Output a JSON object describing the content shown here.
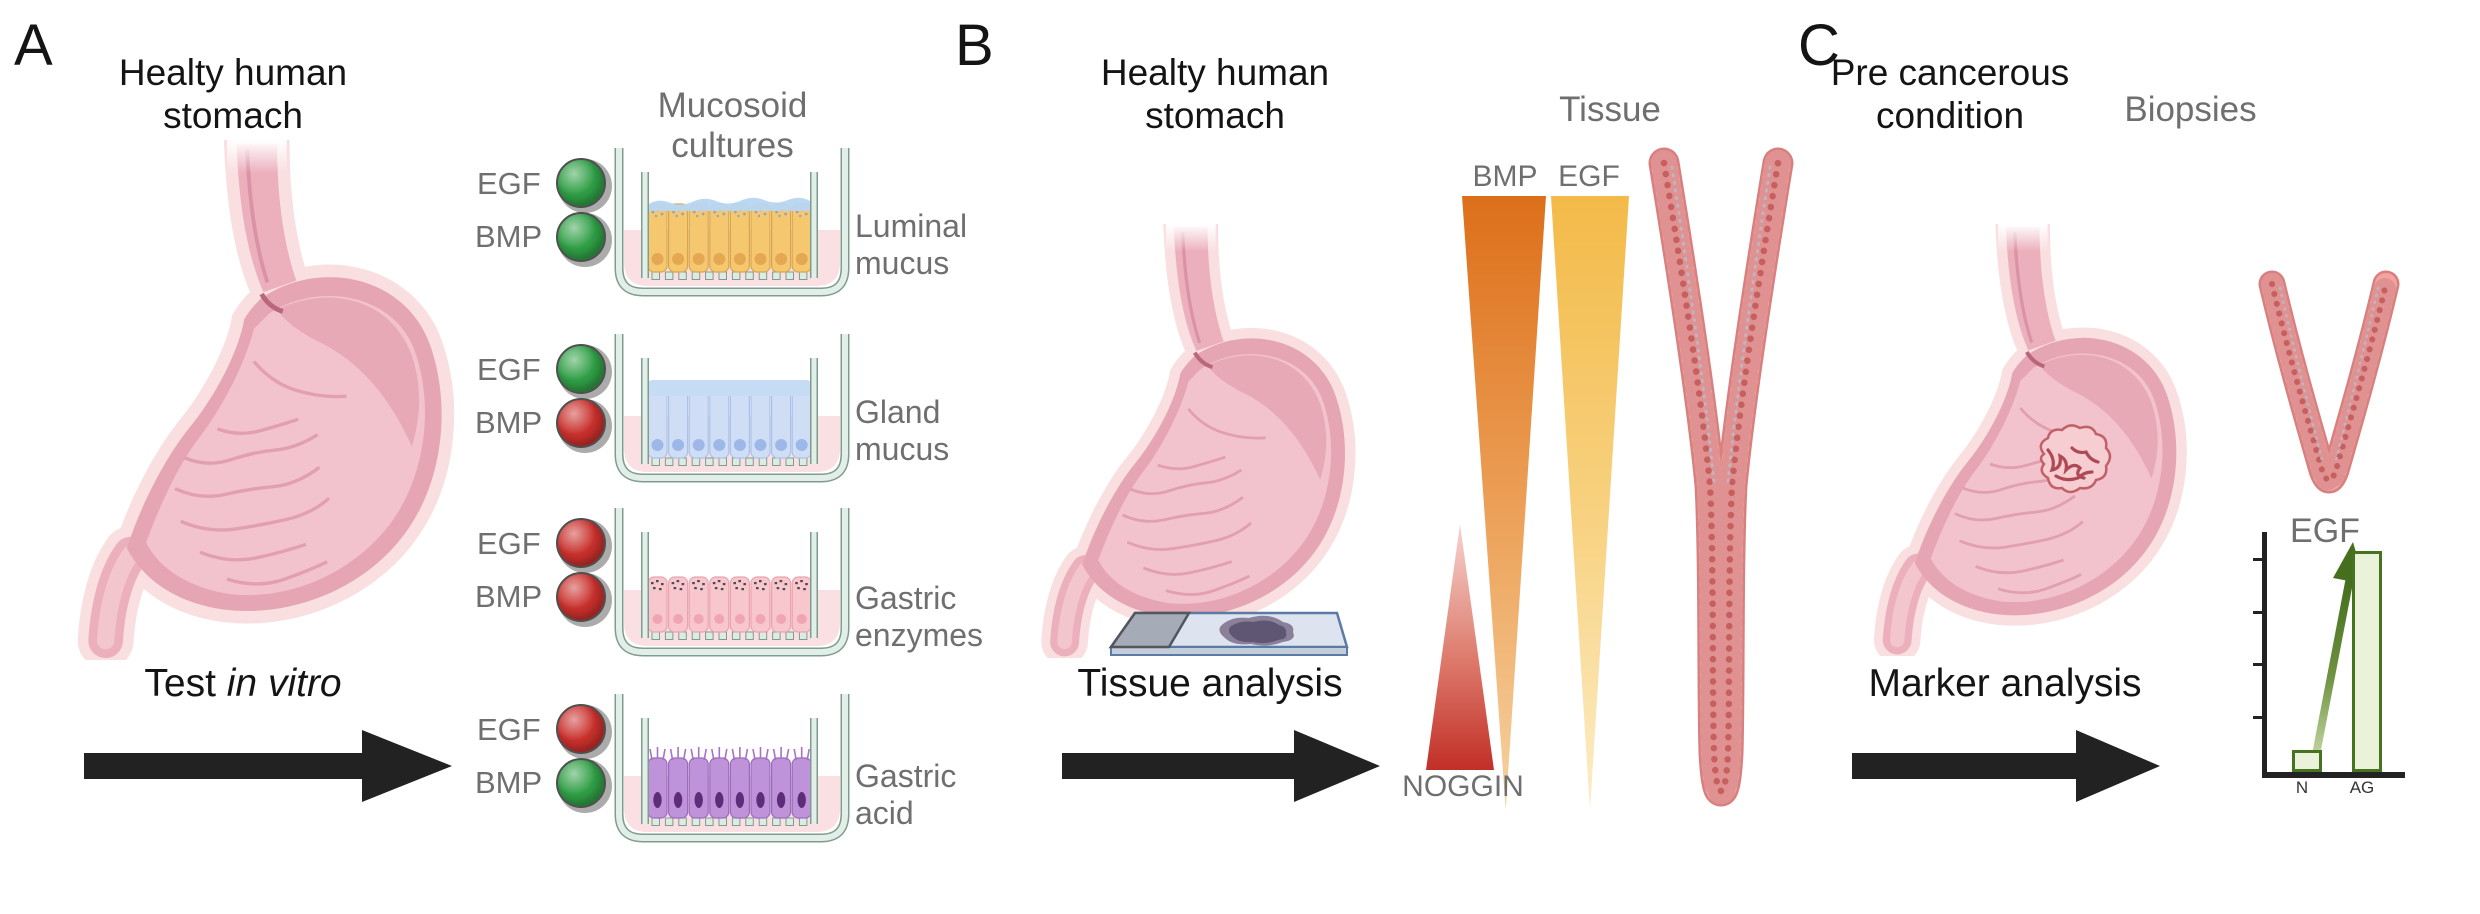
{
  "colors": {
    "green_light": "#2f9e45",
    "red_light": "#c9302c",
    "gray_label": "#6f6f6f",
    "arrow_black": "#222222",
    "bmp_gradient_top": "#dd6f1a",
    "egf_gradient_top": "#f3ba48",
    "noggin_red": "#c22f27",
    "bar_fill": "#eaf3da",
    "bar_border": "#47721f"
  },
  "panel_a": {
    "label": "A",
    "title": "Healty human stomach",
    "arrow_label_regular": "Test",
    "arrow_label_italic": "in vitro",
    "cultures_title": "Mucosoid cultures",
    "factor_rows": [
      {
        "factors": [
          {
            "name": "EGF",
            "state": "green"
          },
          {
            "name": "BMP",
            "state": "green"
          }
        ],
        "result": "Luminal mucus"
      },
      {
        "factors": [
          {
            "name": "EGF",
            "state": "green"
          },
          {
            "name": "BMP",
            "state": "red"
          }
        ],
        "result": "Gland mucus"
      },
      {
        "factors": [
          {
            "name": "EGF",
            "state": "red"
          },
          {
            "name": "BMP",
            "state": "red"
          }
        ],
        "result": "Gastric enzymes"
      },
      {
        "factors": [
          {
            "name": "EGF",
            "state": "red"
          },
          {
            "name": "BMP",
            "state": "green"
          }
        ],
        "result": "Gastric acid"
      }
    ]
  },
  "panel_b": {
    "label": "B",
    "title": "Healty human stomach",
    "arrow_label": "Tissue analysis",
    "tissue_title": "Tissue",
    "gradient_bmp_label": "BMP",
    "gradient_egf_label": "EGF",
    "gradient_noggin_label": "NOGGIN"
  },
  "panel_c": {
    "label": "C",
    "title": "Pre cancerous condition",
    "arrow_label": "Marker analysis",
    "biopsies_title": "Biopsies"
  },
  "chart_data": {
    "type": "bar",
    "title": "EGF",
    "categories": [
      "N",
      "AG"
    ],
    "values": [
      9,
      92
    ],
    "ylim": [
      0,
      100
    ],
    "xlabel": "",
    "ylabel": "",
    "yticks": 4,
    "grid": false,
    "legend": false,
    "bar_color": "#eaf3da",
    "border_color": "#47721f",
    "annotation": "dark green arrow from N bar up to AG bar indicating strong EGF increase in atrophic gastritis"
  }
}
